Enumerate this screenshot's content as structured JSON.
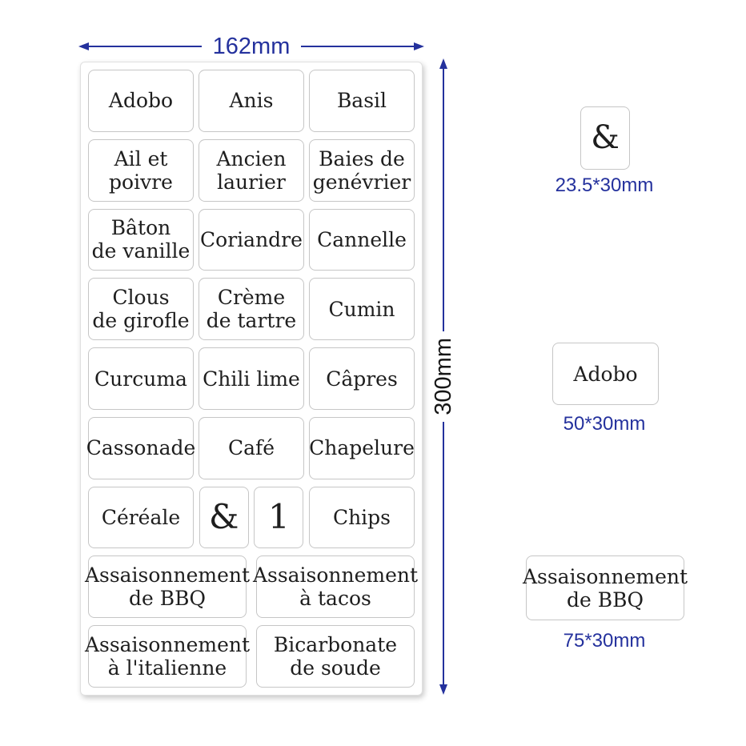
{
  "dimensions": {
    "width_label": "162mm",
    "height_label": "300mm"
  },
  "sheet": {
    "rows": [
      {
        "cells": [
          {
            "lines": [
              "Adobo"
            ]
          },
          {
            "lines": [
              "Anis"
            ]
          },
          {
            "lines": [
              "Basil"
            ]
          }
        ]
      },
      {
        "cells": [
          {
            "lines": [
              "Ail et",
              "poivre"
            ]
          },
          {
            "lines": [
              "Ancien",
              "laurier"
            ]
          },
          {
            "lines": [
              "Baies de",
              "genévrier"
            ]
          }
        ]
      },
      {
        "cells": [
          {
            "lines": [
              "Bâton",
              "de vanille"
            ]
          },
          {
            "lines": [
              "Coriandre"
            ]
          },
          {
            "lines": [
              "Cannelle"
            ]
          }
        ]
      },
      {
        "cells": [
          {
            "lines": [
              "Clous",
              "de girofle"
            ]
          },
          {
            "lines": [
              "Crème",
              "de tartre"
            ]
          },
          {
            "lines": [
              "Cumin"
            ]
          }
        ]
      },
      {
        "cells": [
          {
            "lines": [
              "Curcuma"
            ]
          },
          {
            "lines": [
              "Chili lime"
            ]
          },
          {
            "lines": [
              "Câpres"
            ]
          }
        ]
      },
      {
        "cells": [
          {
            "lines": [
              "Cassonade"
            ]
          },
          {
            "lines": [
              "Café"
            ]
          },
          {
            "lines": [
              "Chapelure"
            ]
          }
        ]
      },
      {
        "cells": [
          {
            "lines": [
              "Céréale"
            ]
          },
          {
            "lines": [
              "&"
            ]
          },
          {
            "lines": [
              "1"
            ]
          },
          {
            "lines": [
              "Chips"
            ]
          }
        ]
      },
      {
        "cells": [
          {
            "lines": [
              "Assaisonnement",
              "de BBQ"
            ]
          },
          {
            "lines": [
              "Assaisonnement",
              "à tacos"
            ]
          }
        ]
      },
      {
        "cells": [
          {
            "lines": [
              "Assaisonnement",
              "à l'italienne"
            ]
          },
          {
            "lines": [
              "Bicarbonate",
              "de soude"
            ]
          }
        ]
      }
    ]
  },
  "samples": [
    {
      "lines": [
        "&"
      ],
      "size": "23.5*30mm"
    },
    {
      "lines": [
        "Adobo"
      ],
      "size": "50*30mm"
    },
    {
      "lines": [
        "Assaisonnement",
        "de BBQ"
      ],
      "size": "75*30mm"
    }
  ],
  "colors": {
    "dimension_blue": "#24319d",
    "height_text": "#161616",
    "label_text": "#1e1e1e",
    "label_border": "#c6c6c6",
    "sheet_border": "#e0e0e0",
    "background": "#ffffff"
  }
}
